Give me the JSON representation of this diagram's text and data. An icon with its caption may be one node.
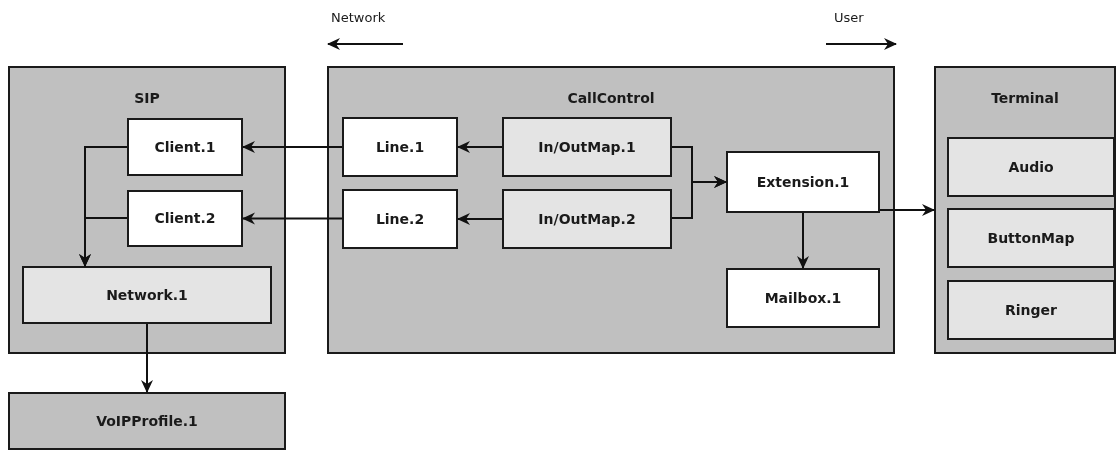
{
  "diagram": {
    "nodes": [
      {
        "text": [
          "SIP"
        ]
      },
      {
        "text": [
          "Client.1"
        ],
        "in": 0
      },
      {
        "text": [
          "Client.2"
        ],
        "in": 0
      },
      {
        "text": [
          "Network.1"
        ],
        "in": 0
      },
      {
        "text": [
          "CallControl"
        ]
      },
      {
        "text": [
          "Line.1"
        ],
        "in": 4
      },
      {
        "text": [
          "Line.2"
        ],
        "in": 4
      },
      {
        "text": [
          "In/OutMap.1"
        ],
        "in": 4
      },
      {
        "text": [
          "In/OutMap.2"
        ],
        "in": 4
      },
      {
        "text": [
          "Extension.1"
        ],
        "in": 4
      },
      {
        "text": [
          "Mailbox.1"
        ],
        "in": 4
      },
      {
        "text": [
          "Terminal"
        ]
      },
      {
        "text": [
          "Audio"
        ],
        "in": 11
      },
      {
        "text": [
          "ButtonMap"
        ],
        "in": 11
      },
      {
        "text": [
          "Ringer"
        ],
        "in": 11
      },
      {
        "text": [
          "VoIPProfile.1"
        ]
      }
    ],
    "edges": [
      {
        "from": 5,
        "to": 1,
        "arrow": "to"
      },
      {
        "from": 6,
        "to": 2,
        "arrow": "to"
      },
      {
        "from": 7,
        "to": 5,
        "arrow": "to"
      },
      {
        "from": 8,
        "to": 6,
        "arrow": "to"
      },
      {
        "from": 7,
        "to": 9,
        "arrow": "to"
      },
      {
        "from": 8,
        "to": 9,
        "arrow": "to"
      },
      {
        "from": 9,
        "to": 10,
        "arrow": "to"
      },
      {
        "from": 9,
        "to": 11,
        "arrow": "to"
      },
      {
        "from": 1,
        "to": 3,
        "arrow": "to"
      },
      {
        "from": 2,
        "to": 3,
        "arrow": "to"
      },
      {
        "from": 3,
        "to": 15,
        "arrow": "to"
      }
    ],
    "labels": [
      "Network",
      "User"
    ]
  }
}
